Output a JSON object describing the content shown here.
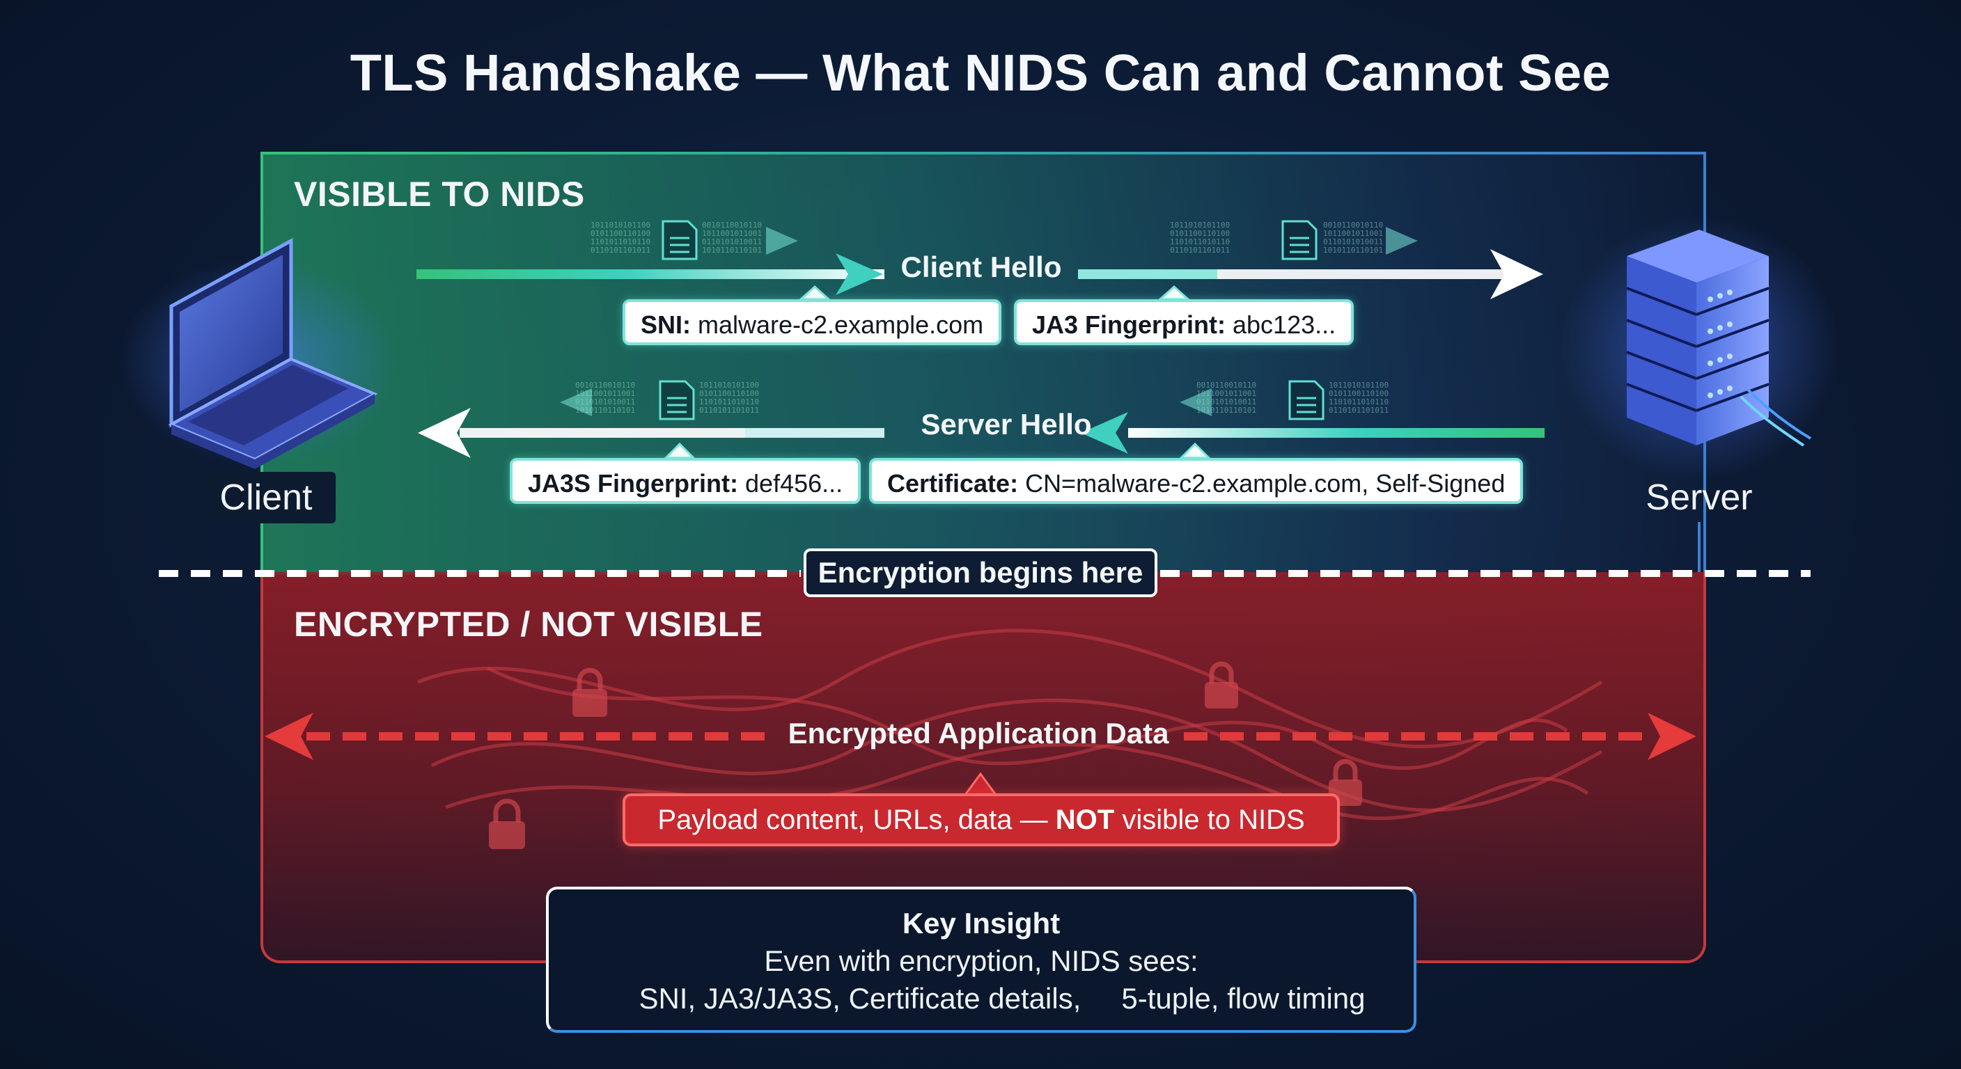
{
  "title": "TLS Handshake — What NIDS Can and Cannot See",
  "zones": {
    "visible_label": "VISIBLE TO NIDS",
    "encrypted_label": "ENCRYPTED / NOT VISIBLE"
  },
  "nodes": {
    "client": "Client",
    "server": "Server"
  },
  "messages": {
    "client_hello": "Client Hello",
    "server_hello": "Server Hello",
    "encrypted_data": "Encrypted Application Data"
  },
  "callouts": {
    "sni_key": "SNI:",
    "sni_value": " malware-c2.example.com",
    "ja3_key": "JA3 Fingerprint:",
    "ja3_value": " abc123...",
    "ja3s_key": "JA3S Fingerprint:",
    "ja3s_value": " def456...",
    "cert_key": "Certificate:",
    "cert_value": " CN=malware-c2.example.com, Self-Signed"
  },
  "divider": {
    "label": "Encryption begins here"
  },
  "payload": {
    "prefix": "Payload content, URLs, data — ",
    "emphasis": "NOT",
    "suffix": " visible to NIDS"
  },
  "key_insight": {
    "title": "Key Insight",
    "line1": "Even with encryption, NIDS sees:",
    "line2_a": "SNI, JA3/JA3S, Certificate details,",
    "line2_b": "5-tuple, flow timing"
  },
  "decor": {
    "binary_a": "1011010101100\n0101100110100\n1101011010110\n0110101101011",
    "binary_b": "0010110010110\n1011001011001\n0110101010011\n1010110110101"
  },
  "colors": {
    "visible_green": "#35c27a",
    "encrypted_red": "#c43a3a",
    "arrow_teal": "#3fd0c0",
    "accent_blue": "#3d8fe0"
  },
  "icons": {
    "client": "laptop-icon",
    "server": "server-rack-icon",
    "packet": "document-icon",
    "lock": "lock-icon",
    "network": "network-port-icon",
    "timing": "clock-lock-icon"
  }
}
